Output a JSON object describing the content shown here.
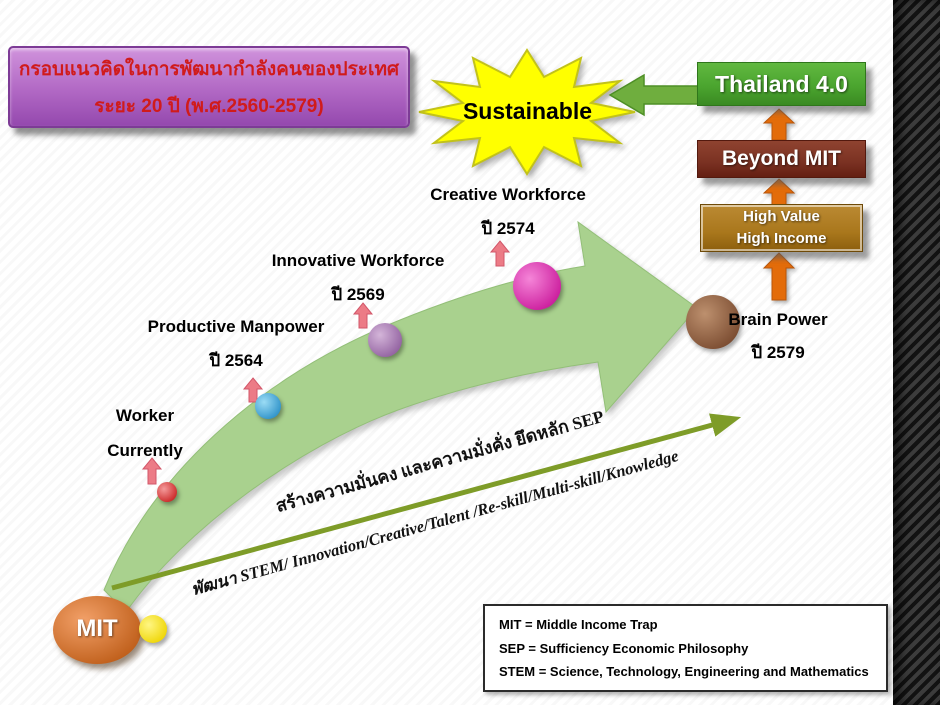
{
  "title": {
    "line1": "กรอบแนวคิดในการพัฒนากำลังคนของประเทศ",
    "line2": "ระยะ 20 ปี (พ.ศ.2560-2579)"
  },
  "starburst": {
    "label": "Sustainable"
  },
  "boxes": {
    "thailand": "Thailand 4.0",
    "beyond": "Beyond MIT",
    "high_value_line1": "High Value",
    "high_value_line2": "High Income"
  },
  "milestones": [
    {
      "label": "Worker",
      "sub": "Currently"
    },
    {
      "label": "Productive Manpower",
      "sub": "ปี 2564"
    },
    {
      "label": "Innovative Workforce",
      "sub": "ปี 2569"
    },
    {
      "label": "Creative Workforce",
      "sub": "ปี 2574"
    },
    {
      "label": "Brain Power",
      "sub": "ปี 2579"
    }
  ],
  "mit": {
    "label": "MIT"
  },
  "diagonal": {
    "line1": "สร้างความมั่นคง และความมั่งคั่ง ยึดหลัก SEP",
    "line2": "พัฒนา STEM/ Innovation/Creative/Talent /Re-skill/Multi-skill/Knowledge"
  },
  "legend": {
    "items": [
      "MIT = Middle Income Trap",
      "SEP = Sufficiency Economic Philosophy",
      "STEM = Science, Technology, Engineering and Mathematics"
    ]
  },
  "icons": {
    "starburst": "starburst-shape",
    "curved_band": "growth-curve-arrow",
    "up_arrows": "orange-up-arrow",
    "left_arrow": "green-left-arrow",
    "diagonal_arrow": "sep-diagonal-arrow"
  },
  "colors": {
    "title-purple": "#b168c4",
    "title-red": "#d01b1b",
    "box-green": "#4ba52f",
    "box-maroon": "#7a3122",
    "box-gold": "#a9771c",
    "arrow-orange": "#e36c0a",
    "band-green": "#a9d18e",
    "line-olive": "#7e9c28",
    "star-yellow": "#ffff00"
  }
}
